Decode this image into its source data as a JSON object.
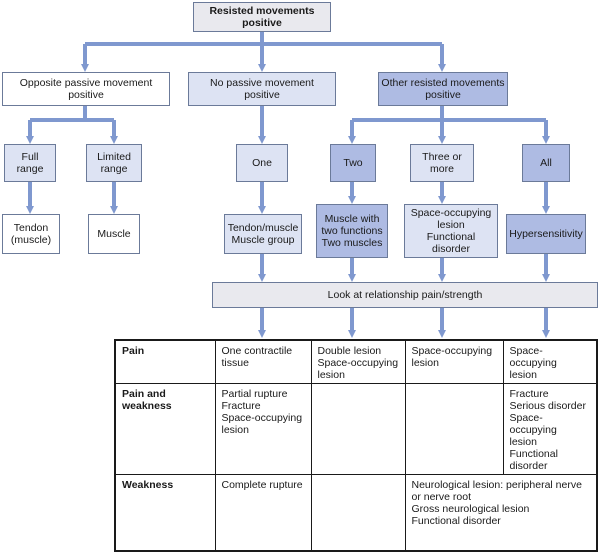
{
  "diagram": {
    "root": "Resisted movements\npositive",
    "level1": {
      "opposite": "Opposite passive movement\npositive",
      "no_passive": "No passive movement\npositive",
      "other": "Other resisted movements\npositive"
    },
    "level2": {
      "full_range": "Full\nrange",
      "limited_range": "Limited\nrange",
      "one": "One",
      "two": "Two",
      "three_or_more": "Three or\nmore",
      "all": "All"
    },
    "level3": {
      "tendon": "Tendon\n(muscle)",
      "muscle": "Muscle",
      "tendon_muscle_group": "Tendon/muscle\nMuscle group",
      "muscle_two_functions": "Muscle with\ntwo functions\nTwo muscles",
      "space_occupying_functional": "Space-occupying\nlesion\nFunctional disorder",
      "hypersensitivity": "Hypersensitivity"
    },
    "relationship_bar": "Look at relationship pain/strength",
    "colors": {
      "arrow": "#7f98cf",
      "box_border": "#6b7a99",
      "grey_box": "#e9e9ee",
      "light_blue_box": "#dde3f3",
      "blue_box": "#aebbe3"
    }
  },
  "table": {
    "rows": [
      {
        "label": "Pain",
        "cells": [
          "One contractile\ntissue",
          "Double lesion\nSpace-occupying\nlesion",
          "Space-occupying\nlesion",
          "Space-occupying\nlesion"
        ]
      },
      {
        "label": "Pain and\nweakness",
        "cells": [
          "Partial rupture\nFracture\nSpace-occupying\nlesion",
          "",
          "",
          "Fracture\nSerious disorder\nSpace-occupying\nlesion\nFunctional disorder"
        ]
      },
      {
        "label": "Weakness",
        "cells": [
          "Complete rupture",
          "",
          "Neurological lesion: peripheral nerve\nor nerve root\nGross neurological lesion\nFunctional disorder"
        ]
      }
    ]
  }
}
